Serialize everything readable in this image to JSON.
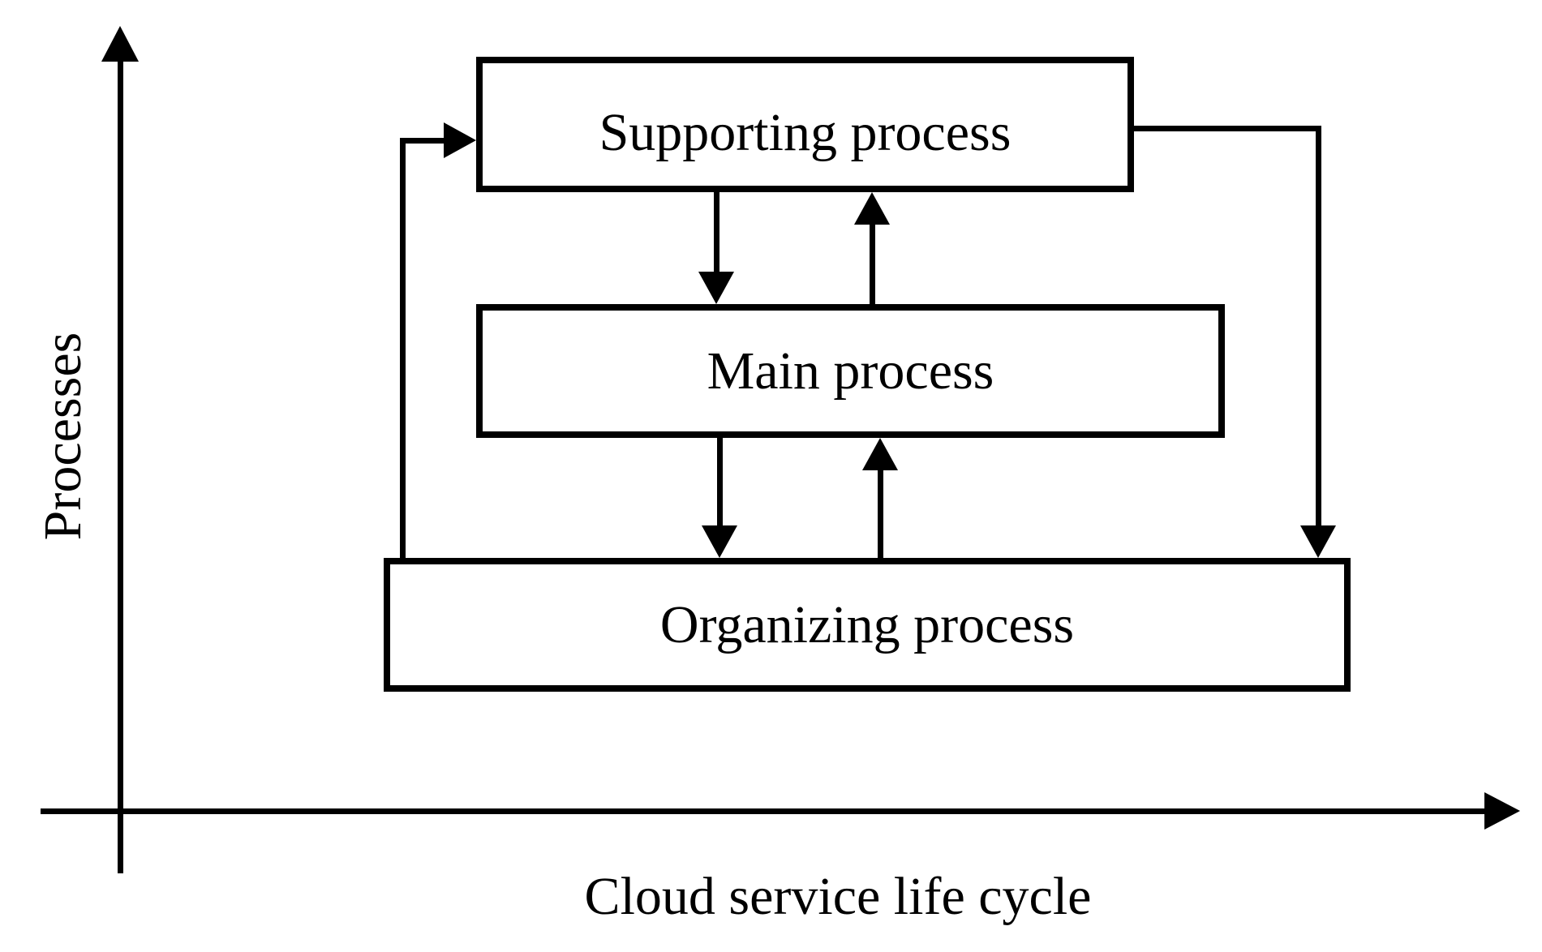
{
  "diagram": {
    "type": "process-flow-diagram",
    "background_color": "#ffffff",
    "line_color": "#000000",
    "nodes": [
      {
        "id": "supporting-process",
        "label": "Supporting process"
      },
      {
        "id": "main-process",
        "label": "Main process"
      },
      {
        "id": "organizing-process",
        "label": "Organizing process"
      }
    ],
    "axes": {
      "y_label": "Processes",
      "x_label": "Cloud service life cycle"
    },
    "edges": [
      {
        "from": "supporting-process",
        "to": "main-process",
        "style": "straight-down"
      },
      {
        "from": "main-process",
        "to": "supporting-process",
        "style": "straight-up"
      },
      {
        "from": "main-process",
        "to": "organizing-process",
        "style": "straight-down"
      },
      {
        "from": "organizing-process",
        "to": "main-process",
        "style": "straight-up"
      },
      {
        "from": "organizing-process",
        "to": "supporting-process",
        "style": "left-feedback-loop"
      },
      {
        "from": "supporting-process",
        "to": "organizing-process",
        "style": "right-feedback-loop"
      }
    ]
  }
}
